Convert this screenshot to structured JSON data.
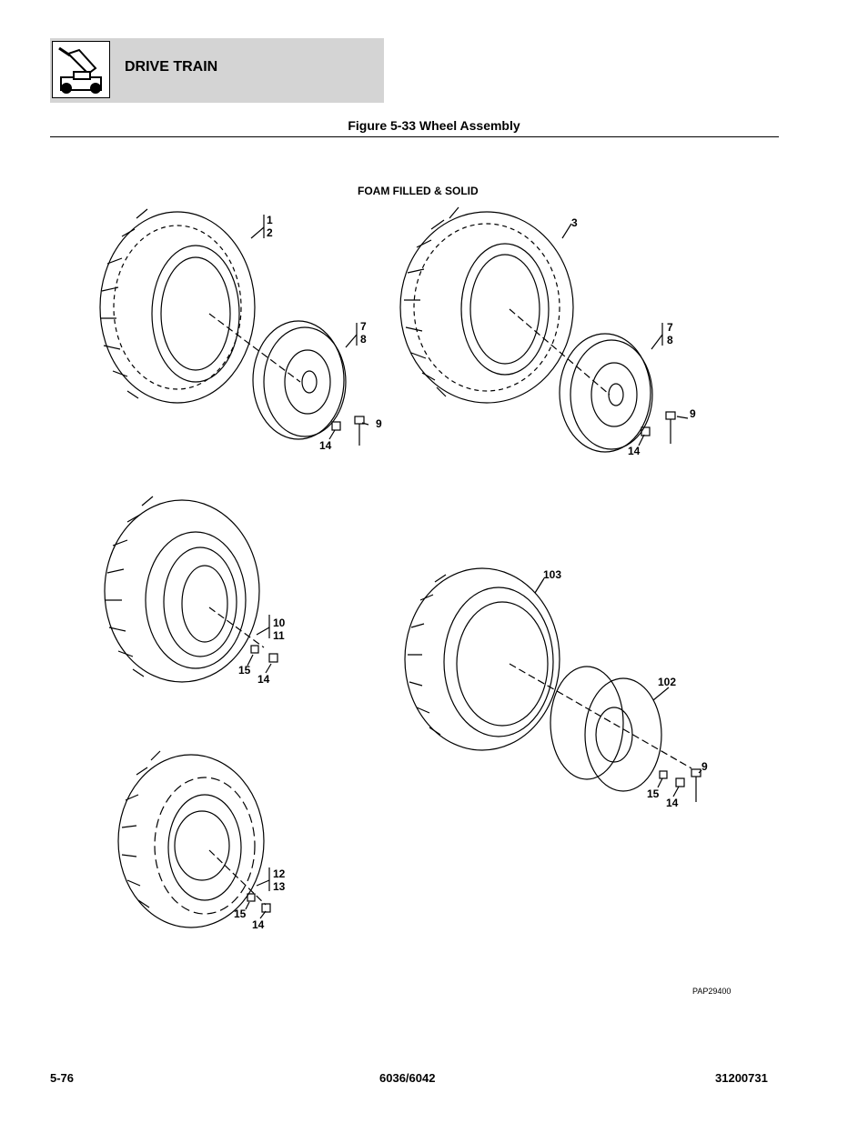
{
  "header": {
    "section_title": "DRIVE TRAIN",
    "icon": "drive-train-icon"
  },
  "figure": {
    "title": "Figure 5-33 Wheel Assembly",
    "subtitle": "FOAM FILLED & SOLID",
    "reference": "PAP29400"
  },
  "callouts": {
    "c1": "1",
    "c2": "2",
    "c3": "3",
    "c7a": "7",
    "c8a": "8",
    "c9a": "9",
    "c14a": "14",
    "c7b": "7",
    "c8b": "8",
    "c9b": "9",
    "c14b": "14",
    "c10": "10",
    "c11": "11",
    "c15a": "15",
    "c14c": "14",
    "c103": "103",
    "c102": "102",
    "c9c": "9",
    "c15b": "15",
    "c14d": "14",
    "c12": "12",
    "c13": "13",
    "c15c": "15",
    "c14e": "14"
  },
  "footer": {
    "page_number": "5-76",
    "model": "6036/6042",
    "doc_number": "31200731"
  }
}
